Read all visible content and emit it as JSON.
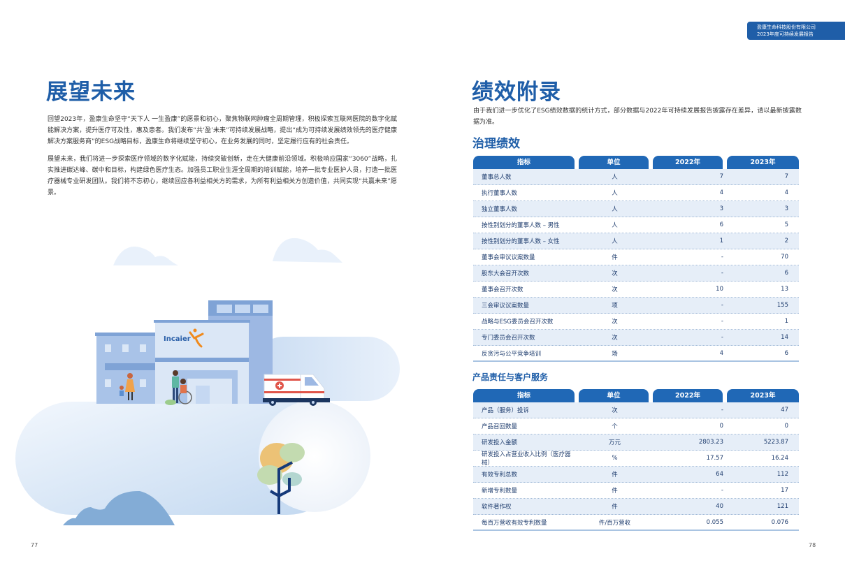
{
  "header_badge": {
    "company": "盈康生命科技股份有限公司",
    "report": "2023年度可持续发展报告"
  },
  "left_page": {
    "title": "展望未来",
    "paragraphs": [
      "回望2023年，盈康生命坚守“天下人 一生盈康”的愿景和初心，聚焦物联网肿瘤全周期管理，积极探索互联网医院的数字化赋能解决方案，提升医疗可及性，惠及患者。我们发布“共‘盈’未来”可持续发展战略，提出“成为可持续发展绩效领先的医疗健康解决方案服务商”的ESG战略目标，盈康生命将继续坚守初心，在业务发展的同时，坚定履行应有的社会责任。",
      "展望未来，我们将进一步探索医疗领域的数字化赋能，持续突破创新，走在大健康前沿领域。积极响应国家“3060”战略，扎实推进碳达峰、碳中和目标，构建绿色医疗生态。加强员工职业生涯全周期的培训赋能，培养一批专业医护人员，打造一批医疗器械专业研发团队。我们将不忘初心，继续回应各利益相关方的需求，为所有利益相关方创造价值，共同实现“共赢未来”愿景。"
    ],
    "illustration": {
      "logo_text": "Incaier",
      "colors": {
        "building": "#a9c3e8",
        "building_dark": "#7fa3d6",
        "sky": "#e9f1fb",
        "hill": "#83acd6",
        "logo_orange": "#f08a1c",
        "ambulance_red": "#e0554a"
      }
    },
    "page_number": "77"
  },
  "right_page": {
    "title": "绩效附录",
    "intro": "由于我们进一步优化了ESG绩效数据的统计方式，部分数据与2022年可持续发展报告披露存在差异，请以最新披露数据为准。",
    "sections": [
      {
        "title": "治理绩效",
        "headers": [
          "指标",
          "单位",
          "2022年",
          "2023年"
        ],
        "rows": [
          [
            "董事总人数",
            "人",
            "7",
            "7"
          ],
          [
            "执行董事人数",
            "人",
            "4",
            "4"
          ],
          [
            "独立董事人数",
            "人",
            "3",
            "3"
          ],
          [
            "按性别划分的董事人数 – 男性",
            "人",
            "6",
            "5"
          ],
          [
            "按性别划分的董事人数 – 女性",
            "人",
            "1",
            "2"
          ],
          [
            "董事会审议议案数量",
            "件",
            "-",
            "70"
          ],
          [
            "股东大会召开次数",
            "次",
            "-",
            "6"
          ],
          [
            "董事会召开次数",
            "次",
            "10",
            "13"
          ],
          [
            "三会审议议案数量",
            "项",
            "-",
            "155"
          ],
          [
            "战略与ESG委员会召开次数",
            "次",
            "-",
            "1"
          ],
          [
            "专门委员会召开次数",
            "次",
            "-",
            "14"
          ],
          [
            "反贪污与公平竞争培训",
            "场",
            "4",
            "6"
          ]
        ]
      },
      {
        "title": "产品责任与客户服务",
        "headers": [
          "指标",
          "单位",
          "2022年",
          "2023年"
        ],
        "rows": [
          [
            "产品（服务）投诉",
            "次",
            "-",
            "47"
          ],
          [
            "产品召回数量",
            "个",
            "0",
            "0"
          ],
          [
            "研发投入金额",
            "万元",
            "2803.23",
            "5223.87"
          ],
          [
            "研发投入占营业收入比例（医疗器械）",
            "%",
            "17.57",
            "16.24"
          ],
          [
            "有效专利总数",
            "件",
            "64",
            "112"
          ],
          [
            "新增专利数量",
            "件",
            "-",
            "17"
          ],
          [
            "软件著作权",
            "件",
            "40",
            "121"
          ],
          [
            "每百万营收有效专利数量",
            "件/百万营收",
            "0.055",
            "0.076"
          ]
        ]
      }
    ],
    "page_number": "78"
  },
  "colors": {
    "brand_blue": "#1f5ea8",
    "header_blue": "#2068b6",
    "row_alt": "#e6eef8"
  }
}
